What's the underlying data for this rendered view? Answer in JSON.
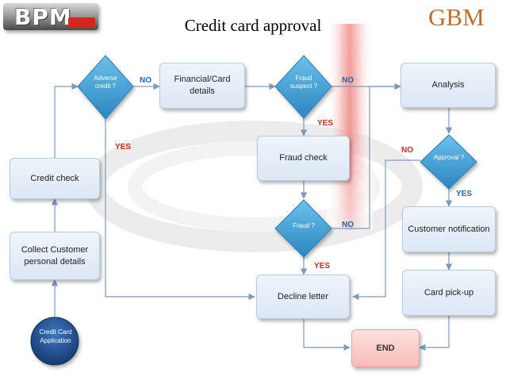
{
  "title": "Credit card approval",
  "logos": {
    "left": "BPM",
    "right": "GBM"
  },
  "colors": {
    "box_fill": "#dce8f6",
    "diamond_fill": "#3fa0d3",
    "start_fill": "#1f4e8c",
    "end_fill": "#f7bdb8",
    "no_label": "#2a62a9",
    "yes_label": "#cc2a1e"
  },
  "nodes": {
    "start": "Credit Card Application",
    "collect": "Collect  Customer personal details",
    "credit_check": "Credit check",
    "adverse": "Adverse credit ?",
    "financial": "Financial/Card details",
    "fraud_suspect": "Fraud suspect ?",
    "fraud_check": "Fraud check",
    "fraud": "Fraud ?",
    "decline": "Decline letter",
    "analysis": "Analysis",
    "approval": "Approval ?",
    "notification": "Customer notification",
    "pickup": "Card pick-up",
    "end": "END"
  },
  "edge_labels": {
    "adverse_no": "NO",
    "adverse_yes": "YES",
    "fraud_suspect_no": "NO",
    "fraud_suspect_yes": "YES",
    "fraud_no": "NO",
    "fraud_yes": "YES",
    "approval_no": "NO",
    "approval_yes": "YES"
  }
}
